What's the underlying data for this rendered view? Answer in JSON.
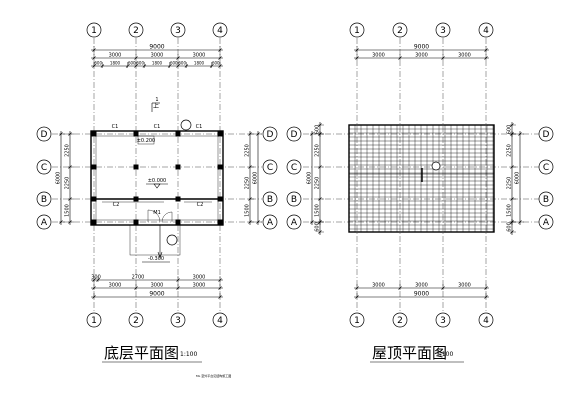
{
  "ground_plan": {
    "title": "底层平面图",
    "scale": "1:100",
    "note": "ML 室外平台见结构施工图",
    "axes_x": [
      "1",
      "2",
      "3",
      "4"
    ],
    "axes_y": [
      "D",
      "C",
      "B",
      "A"
    ],
    "dims_top_total": "9000",
    "dims_top_bays": [
      "3000",
      "3000",
      "3000"
    ],
    "dims_top_detail": [
      "600",
      "1800",
      "600",
      "600",
      "1800",
      "600",
      "600",
      "1800",
      "600"
    ],
    "dims_bottom_detail": [
      "300",
      "2700",
      "3000"
    ],
    "dims_bottom_bays": [
      "3000",
      "3000",
      "3000"
    ],
    "dims_bottom_total": "9000",
    "dims_side_spans": [
      "2250",
      "2250",
      "1500"
    ],
    "dims_side_total": "6000",
    "windows": [
      "C1",
      "C1",
      "C1",
      "C2",
      "C2"
    ],
    "door": "M1",
    "stair_label": "上",
    "section_mark": "1",
    "elev_floor": "±0.000",
    "elev_step": "-0.300",
    "elev_top": "±0.200"
  },
  "roof_plan": {
    "title": "屋顶平面图",
    "scale": "1:100",
    "axes_x": [
      "1",
      "2",
      "3",
      "4"
    ],
    "axes_y": [
      "D",
      "C",
      "B",
      "A"
    ],
    "dims_top_total": "9000",
    "dims_top_bays": [
      "3000",
      "3000",
      "3000"
    ],
    "dims_bottom_bays": [
      "3000",
      "3000",
      "3000"
    ],
    "dims_bottom_total": "9000",
    "dims_side_spans": [
      "2250",
      "2250",
      "1500"
    ],
    "dims_side_total": "6000",
    "overhang": "600"
  }
}
